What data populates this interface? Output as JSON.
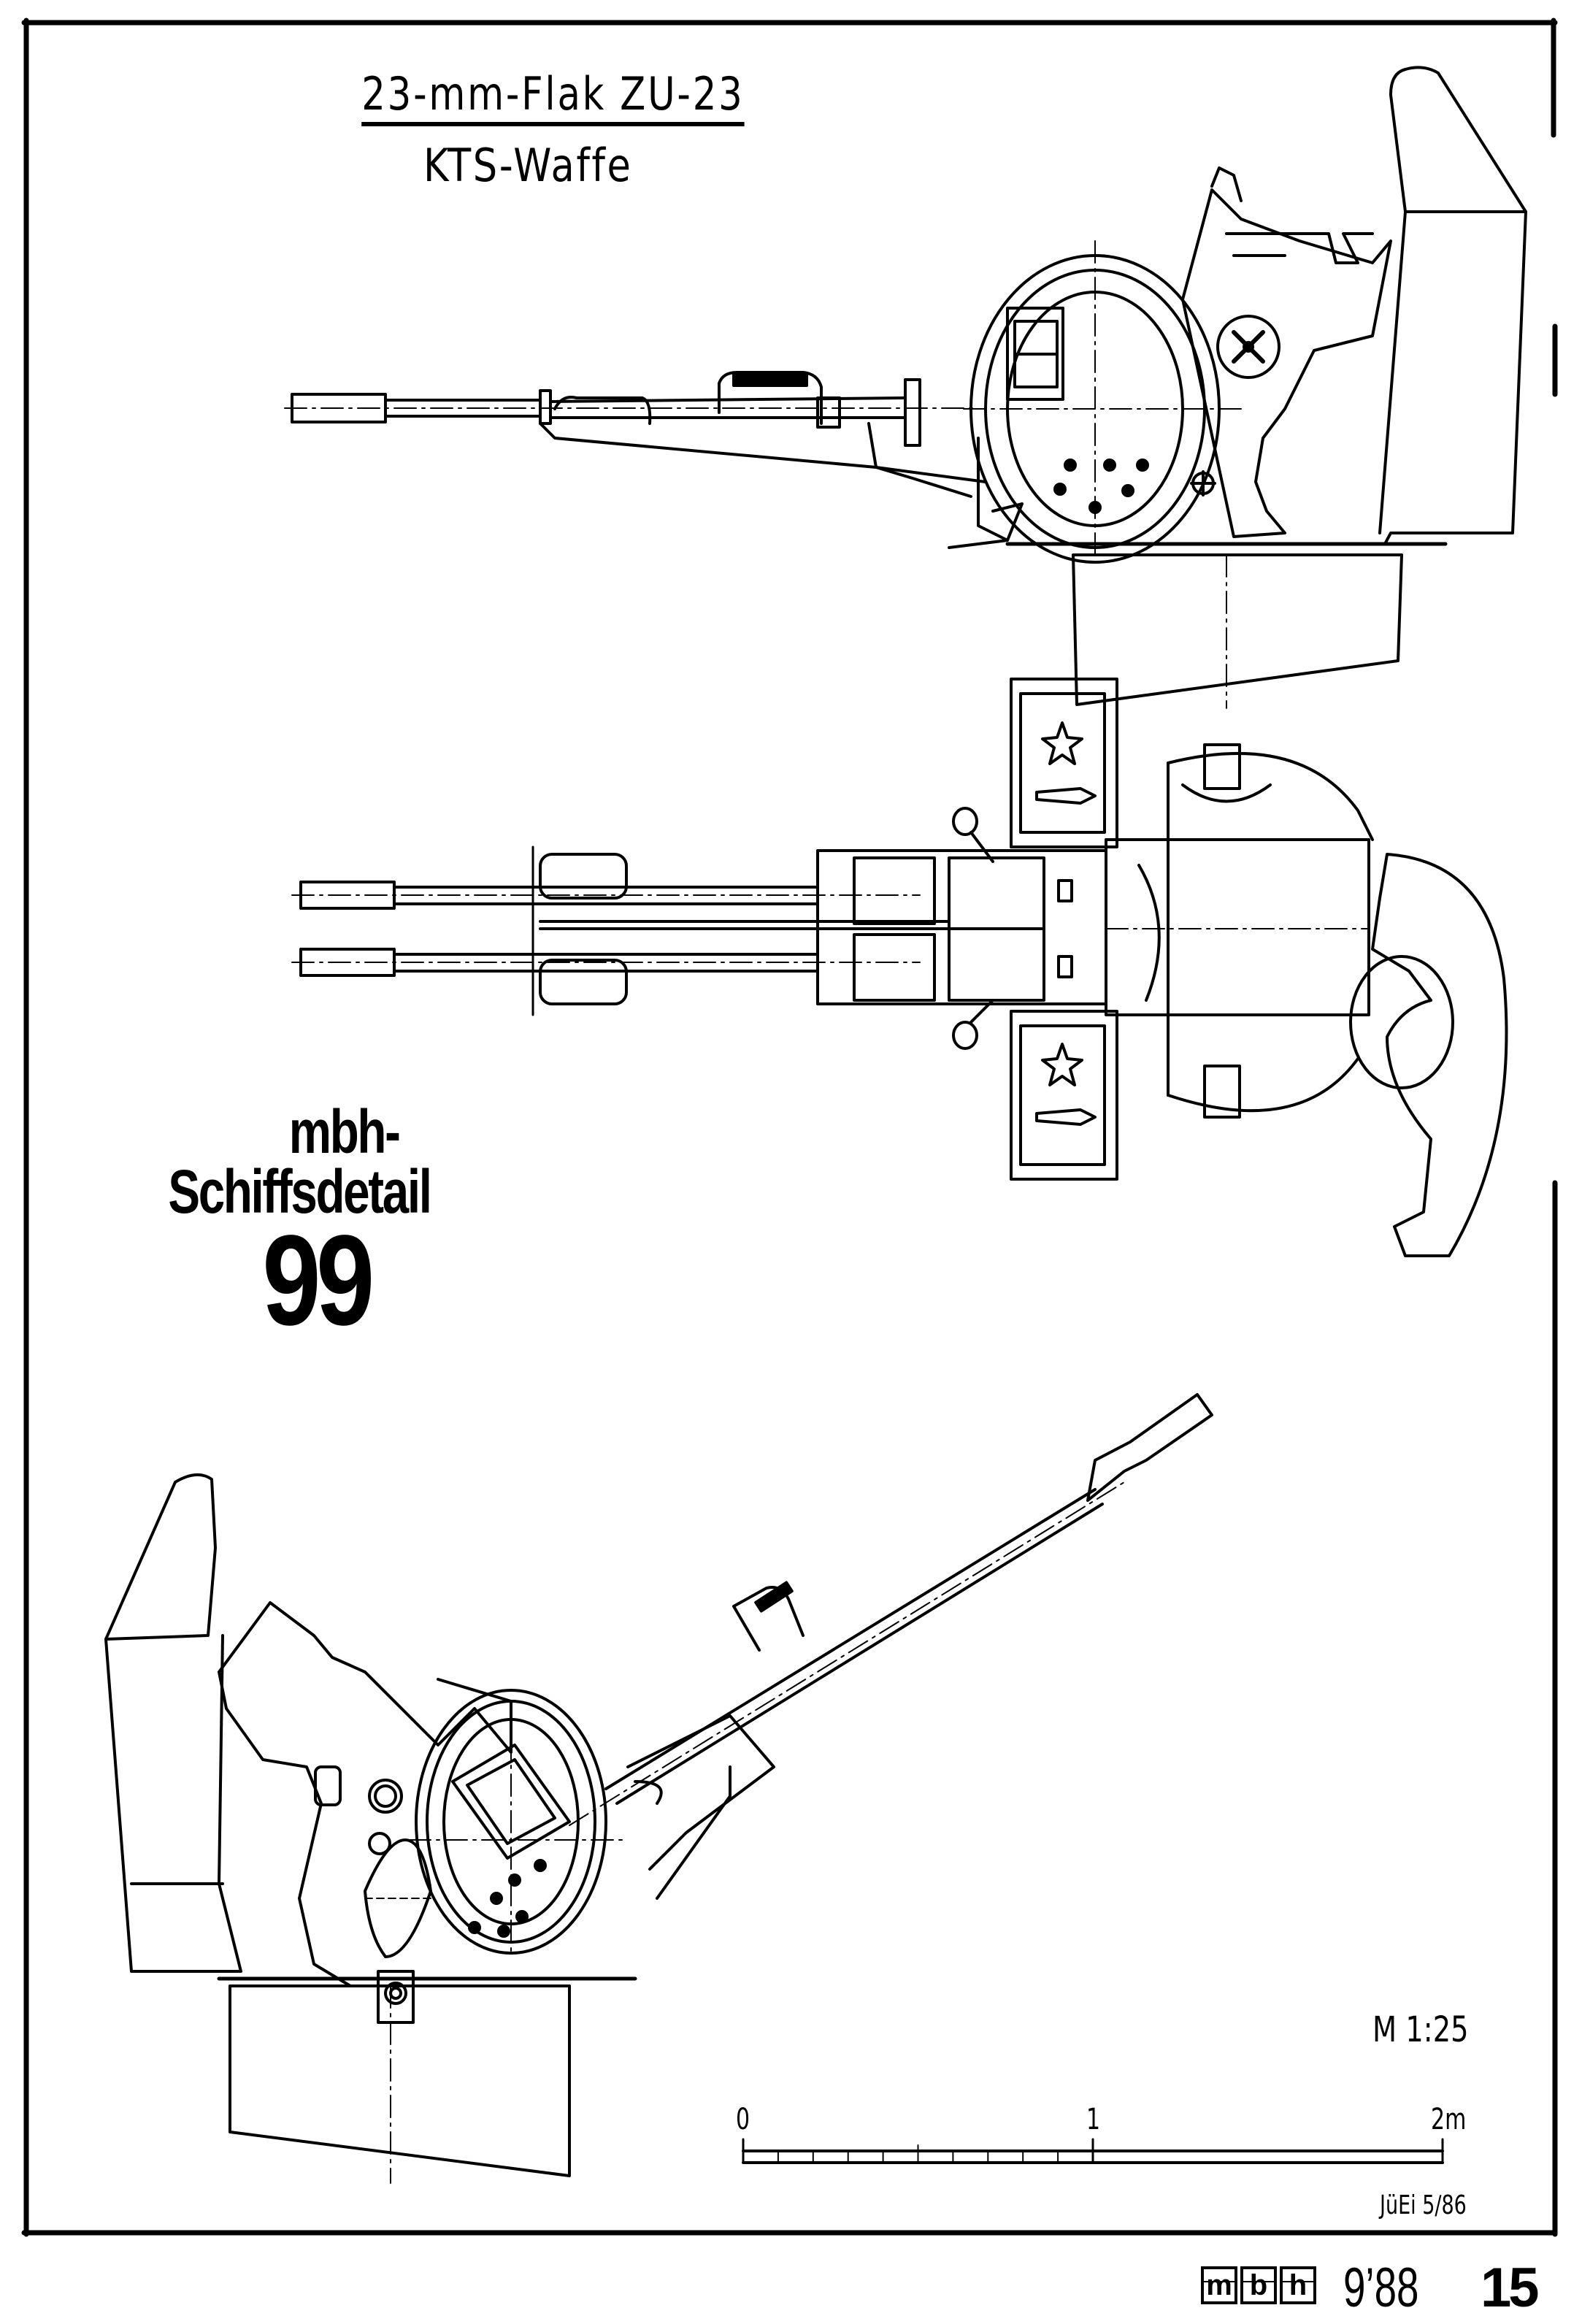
{
  "header": {
    "title": "23-mm-Flak ZU-23",
    "subtitle": "KTS-Waffe"
  },
  "series_badge": {
    "line1": "mbh-",
    "line2": "Schiffsdetail",
    "number": "99"
  },
  "views": [
    {
      "name": "side-view-horizontal",
      "description_label": ""
    },
    {
      "name": "top-view",
      "description_label": ""
    },
    {
      "name": "side-view-elevated",
      "description_label": ""
    }
  ],
  "scale": {
    "ratio_label": "M 1:25",
    "ticks": [
      "0",
      "1",
      "2m"
    ],
    "subdivisions": 10,
    "length_m": 2
  },
  "signature": "JüEi 5/86",
  "footer": {
    "logo_letters": [
      "m",
      "b",
      "h"
    ],
    "issue": "9’88",
    "page_number": "15"
  },
  "colors": {
    "ink": "#000000",
    "paper": "#ffffff"
  }
}
